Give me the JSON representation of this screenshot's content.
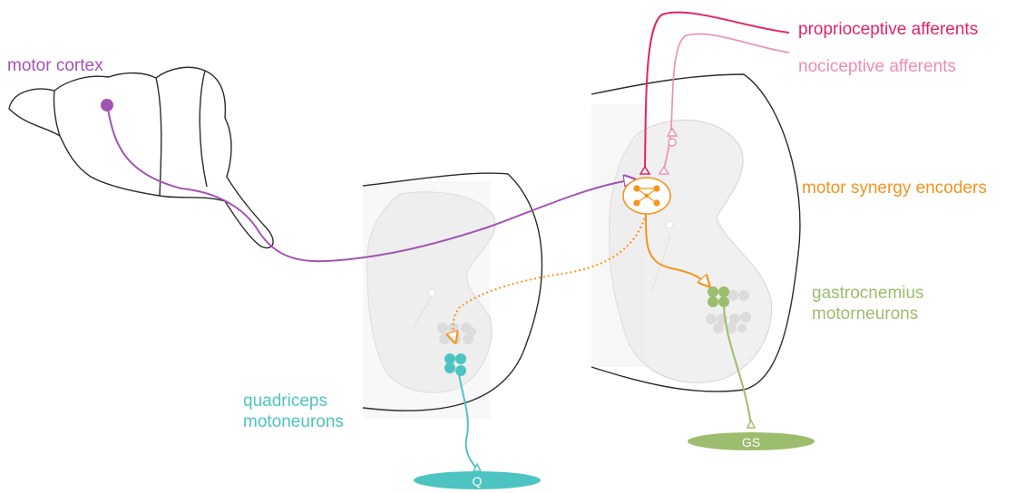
{
  "labels": {
    "motor_cortex": "motor cortex",
    "proprioceptive": "proprioceptive afferents",
    "nociceptive": "nociceptive afferents",
    "synergy": "motor synergy encoders",
    "gastrocnemius": [
      "gastrocnemius",
      "motorneurons"
    ],
    "quadriceps": [
      "quadriceps",
      "motoneurons"
    ],
    "gs": "GS",
    "q": "Q"
  },
  "colors": {
    "motor": "#a254b5",
    "proprioceptive": "#e3226a",
    "nociceptive": "#f08bb6",
    "synergy": "#f5941f",
    "gastrocnemius": "#9dbd6e",
    "quadriceps": "#4ec4c2",
    "outline": "#2b2b2b",
    "gray_matter": "#f0f0f0",
    "neuron_gray": "#dcdcdc"
  }
}
